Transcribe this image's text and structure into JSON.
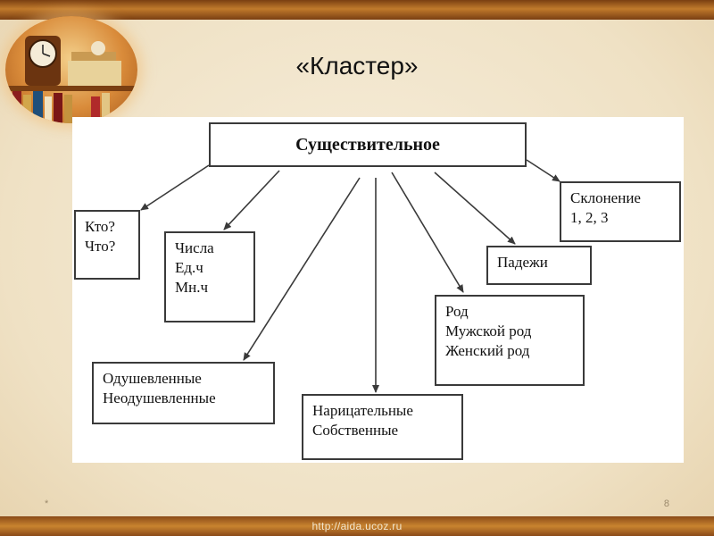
{
  "slide": {
    "title": "«Кластер»",
    "footer_url": "http://aida.ucoz.ru",
    "page_number": "8",
    "marker": "*"
  },
  "diagram": {
    "root": "Существительное",
    "nodes": {
      "kto_chto": [
        "Кто?",
        "Что?"
      ],
      "chisla": [
        "Числа",
        "Ед.ч",
        "Мн.ч"
      ],
      "odush": [
        "Одушевленные",
        "Неодушевленные"
      ],
      "naric": [
        "Нарицательные",
        "Собственные"
      ],
      "rod": [
        "Род",
        "Мужской род",
        "Женский род"
      ],
      "padezhi": [
        "Падежи"
      ],
      "sklon": [
        "Склонение",
        "1, 2, 3"
      ]
    },
    "edges": [
      {
        "from": "root",
        "to": "kto_chto"
      },
      {
        "from": "root",
        "to": "chisla"
      },
      {
        "from": "root",
        "to": "odush"
      },
      {
        "from": "root",
        "to": "naric"
      },
      {
        "from": "root",
        "to": "rod"
      },
      {
        "from": "root",
        "to": "padezhi"
      },
      {
        "from": "root",
        "to": "sklon"
      }
    ]
  },
  "colors": {
    "line": "#3a3a3a",
    "frame": "#b8722a"
  }
}
